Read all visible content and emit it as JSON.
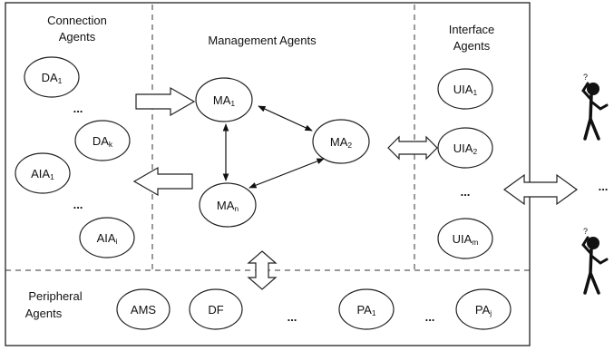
{
  "sections": {
    "connection": {
      "title_line1": "Connection",
      "title_line2": "Agents"
    },
    "management": {
      "title": "Management Agents"
    },
    "interface": {
      "title_line1": "Interface",
      "title_line2": "Agents"
    },
    "peripheral": {
      "title_line1": "Peripheral",
      "title_line2": "Agents"
    }
  },
  "nodes": {
    "da1": {
      "base": "DA",
      "sub": "1"
    },
    "dak": {
      "base": "DA",
      "sub": "k"
    },
    "aia1": {
      "base": "AIA",
      "sub": "1"
    },
    "aiai": {
      "base": "AIA",
      "sub": "i"
    },
    "ma1": {
      "base": "MA",
      "sub": "1"
    },
    "ma2": {
      "base": "MA",
      "sub": "2"
    },
    "man": {
      "base": "MA",
      "sub": "n"
    },
    "uia1": {
      "base": "UIA",
      "sub": "1"
    },
    "uia2": {
      "base": "UIA",
      "sub": "2"
    },
    "uiam": {
      "base": "UIA",
      "sub": "m"
    },
    "ams": {
      "base": "AMS",
      "sub": ""
    },
    "df": {
      "base": "DF",
      "sub": ""
    },
    "pa1": {
      "base": "PA",
      "sub": "1"
    },
    "paj": {
      "base": "PA",
      "sub": "j"
    }
  },
  "ellipsis": "..."
}
